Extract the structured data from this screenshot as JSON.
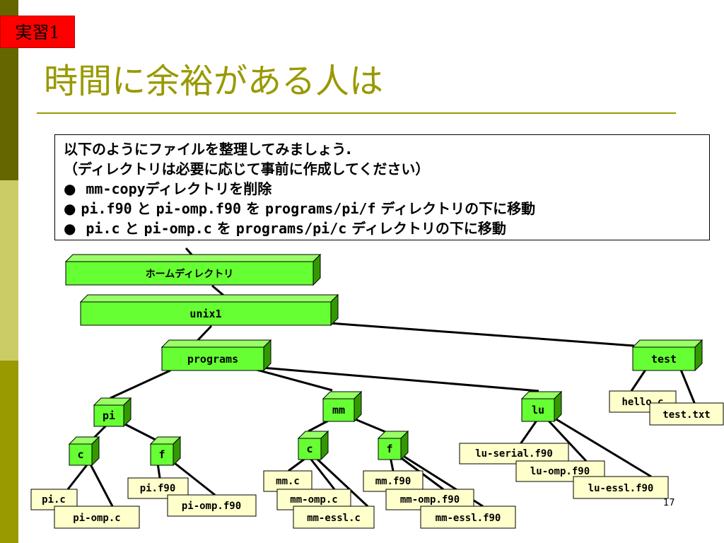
{
  "badge": "実習1",
  "title": "時間に余裕がある人は",
  "instructions": {
    "line1": "以下のようにファイルを整理してみましょう.",
    "line2": "（ディレクトリは必要に応じて事前に作成してください）",
    "bullet": "●",
    "items": [
      {
        "parts": [
          {
            "text": "mm-copy",
            "mono": true
          },
          {
            "text": "ディレクトリを削除",
            "mono": false
          }
        ]
      },
      {
        "parts": [
          {
            "text": "pi.f90",
            "mono": true
          },
          {
            "text": " と ",
            "mono": false
          },
          {
            "text": "pi-omp.f90",
            "mono": true
          },
          {
            "text": " を ",
            "mono": false
          },
          {
            "text": "programs/pi/f",
            "mono": true
          },
          {
            "text": " ディレクトリの下に移動",
            "mono": false
          }
        ]
      },
      {
        "parts": [
          {
            "text": "pi.c",
            "mono": true
          },
          {
            "text": " と ",
            "mono": false
          },
          {
            "text": "pi-omp.c",
            "mono": true
          },
          {
            "text": " を ",
            "mono": false
          },
          {
            "text": "programs/pi/c",
            "mono": true
          },
          {
            "text": " ディレクトリの下に移動",
            "mono": false
          }
        ]
      }
    ]
  },
  "tree": {
    "directories": [
      "ホームディレクトリ",
      "unix1",
      "programs",
      "test",
      "pi",
      "mm",
      "lu",
      "c",
      "f",
      "c",
      "f"
    ],
    "files": [
      "hello.c",
      "test.txt",
      "lu-serial.f90",
      "lu-omp.f90",
      "lu-essl.f90",
      "mm.c",
      "mm-omp.c",
      "mm-essl.c",
      "mm.f90",
      "mm-omp.f90",
      "mm-essl.f90",
      "pi.f90",
      "pi-omp.f90",
      "pi.c",
      "pi-omp.c"
    ]
  },
  "colors": {
    "box_front": "#66ff33",
    "box_top": "#99ff66",
    "box_side": "#339900",
    "file_bg": "#ffffcc",
    "title": "#999900",
    "badge": "#ff0000"
  },
  "page_number": "17"
}
